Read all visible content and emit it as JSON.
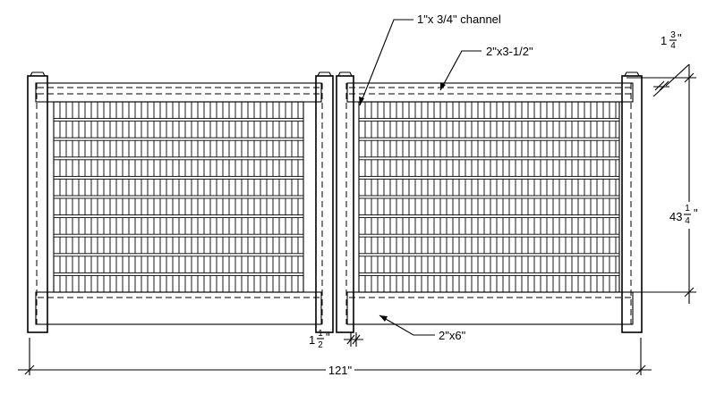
{
  "labels": {
    "channel": "1\"x 3/4\" channel",
    "top_rail": "2\"x3-1/2\"",
    "bottom_rail": "2\"x6\"",
    "overall_width": "121\"",
    "rail_offset": {
      "whole": "1",
      "num": "3",
      "den": "4",
      "unit": "\""
    },
    "panel_height": {
      "whole": "43",
      "num": "1",
      "den": "4",
      "unit": "\""
    },
    "post_gap": {
      "whole": "1",
      "num": "1",
      "den": "2",
      "unit": "\""
    }
  }
}
